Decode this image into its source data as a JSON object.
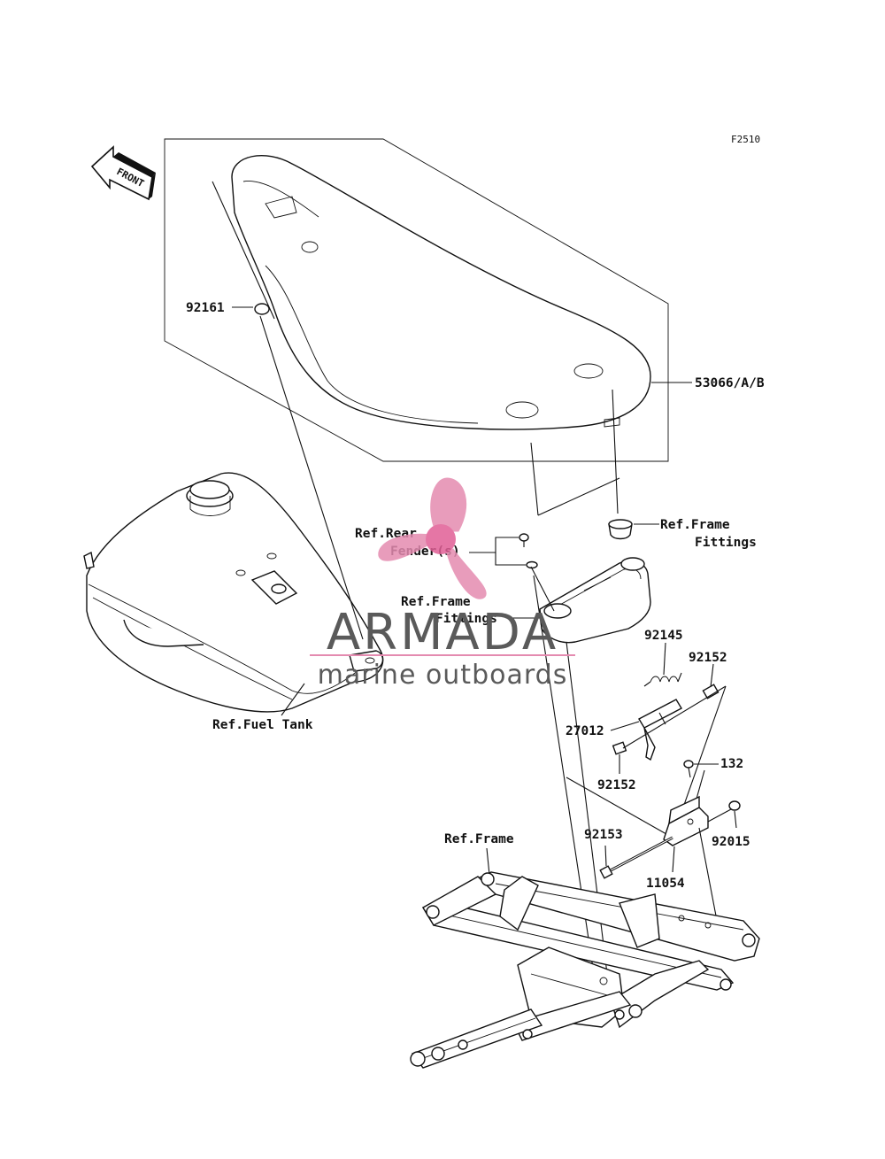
{
  "diagram": {
    "code": "F2510",
    "front_arrow_label": "FRONT",
    "labels": {
      "p92161": "92161",
      "p53066": "53066/A/B",
      "ref_frame_fittings_1_line1": "Ref.Frame",
      "ref_frame_fittings_1_line2": "Fittings",
      "ref_rear_fender_line1": "Ref.Rear",
      "ref_rear_fender_line2": "Fender(s)",
      "ref_frame_fittings_2_line1": "Ref.Frame",
      "ref_frame_fittings_2_line2": "Fittings",
      "ref_fuel_tank": "Ref.Fuel Tank",
      "p92145": "92145",
      "p92152a": "92152",
      "p27012": "27012",
      "p92152b": "92152",
      "p132": "132",
      "ref_frame": "Ref.Frame",
      "p92153": "92153",
      "p92015": "92015",
      "p11054": "11054"
    }
  },
  "watermark": {
    "brand": "ARMADA",
    "tagline": "marine outboards",
    "logo_color": "#e48bb0",
    "logo_center_color": "#e15f96",
    "text_color": "#5a5a5a"
  }
}
